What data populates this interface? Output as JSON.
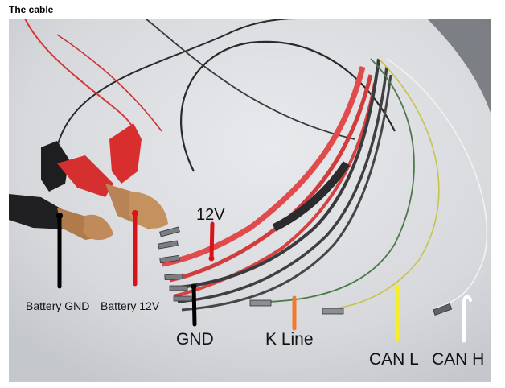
{
  "heading": "The cable",
  "labels": {
    "battery_gnd": "Battery GND",
    "battery_12v": "Battery 12V",
    "v12": "12V",
    "gnd": "GND",
    "k_line": "K Line",
    "can_l": "CAN L",
    "can_h": "CAN H"
  },
  "colors": {
    "photo_bg": "#d9dbde",
    "marker_black": "#000000",
    "marker_red": "#d8141b",
    "marker_orange": "#f07a2a",
    "marker_yellow": "#f4ee2a",
    "marker_white": "#ffffff"
  }
}
